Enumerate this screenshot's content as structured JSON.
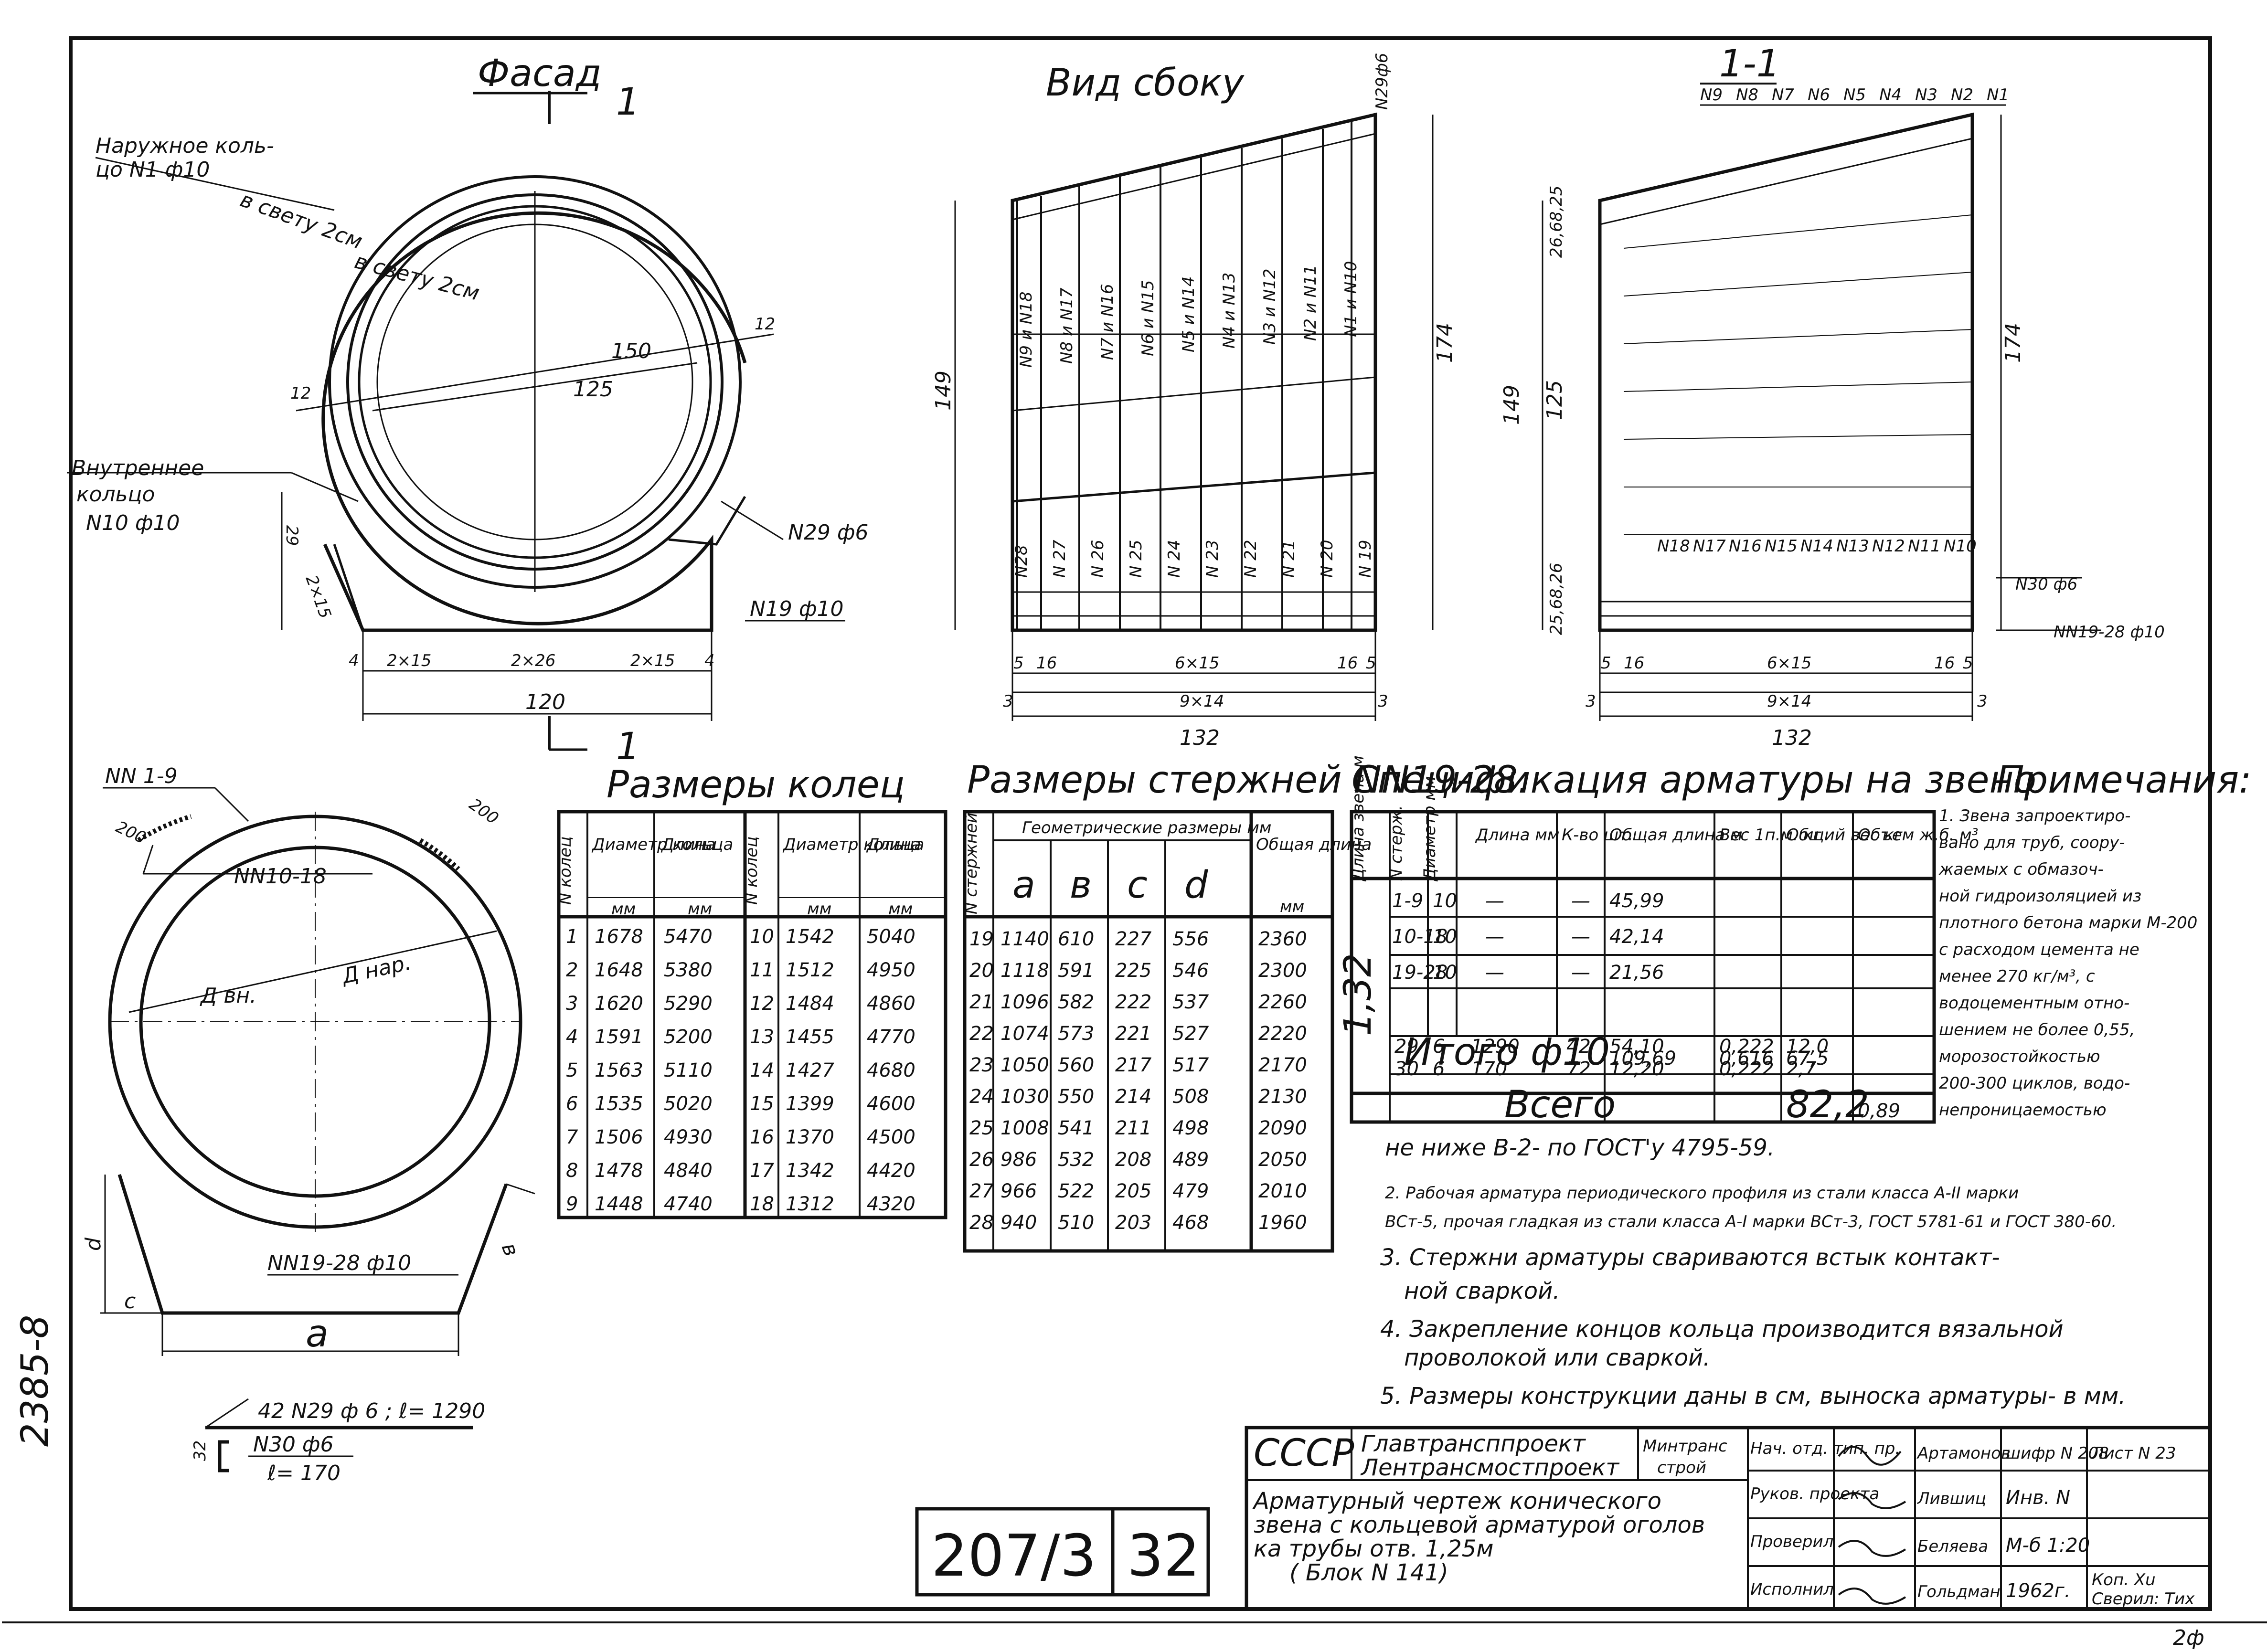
{
  "titles": {
    "facade": "Фасад",
    "side": "Вид сбоку",
    "section": "1-1",
    "section_mark": "1",
    "rings": "Размеры колец",
    "rods": "Размеры стержней NN19-28.",
    "spec": "Спецификация арматуры на звено",
    "notes": "Примечания:"
  },
  "facade": {
    "outer_ring": [
      "Наружное коль-",
      "цо N1 ф10"
    ],
    "clear1": "в свету 2см",
    "clear2": "в свету 2см",
    "inner_ring": [
      "Внутреннее",
      "кольцо",
      "N10 ф10"
    ],
    "n29": "N29 ф6",
    "n19": "N19 ф10",
    "d150": "150",
    "d125": "125",
    "n12": "12",
    "d29": "29",
    "d2x15": "2×15",
    "dim_bottom": [
      "2×15",
      "2×26",
      "2×15",
      "4",
      "4"
    ],
    "d120": "120"
  },
  "side": {
    "top_right": "N29ф6",
    "h149": "149",
    "h174": "174",
    "upper_bars": [
      "N9 и N18",
      "N8 и N17",
      "N7 и N16",
      "N6 и N15",
      "N5 и N14",
      "N4 и N13",
      "N3 и N12",
      "N2 и N11",
      "N1 и N10"
    ],
    "lower_bars": [
      "N28",
      "N 27",
      "N 26",
      "N 25",
      "N 24",
      "N 23",
      "N 22",
      "N 21",
      "N 20",
      "N 19"
    ],
    "dims1": [
      "5",
      "16",
      "6×15",
      "16",
      "5"
    ],
    "dims2": [
      "3",
      "9×14",
      "3"
    ],
    "d132": "132"
  },
  "section": {
    "top_labels": [
      "N9",
      "N8",
      "N7",
      "N6",
      "N5",
      "N4",
      "N3",
      "N2",
      "N1"
    ],
    "bot_labels": [
      "N18",
      "N17",
      "N16",
      "N15",
      "N14",
      "N13",
      "N12",
      "N11",
      "N10"
    ],
    "n30": "N30 ф6",
    "nn19": "NN19-28 ф10",
    "left_dims": [
      "26,68,25",
      "149",
      "125",
      "25,68,26"
    ],
    "h174": "174",
    "dims1": [
      "5",
      "16",
      "6×15",
      "16",
      "5"
    ],
    "dims2": [
      "3",
      "9×14",
      "3"
    ],
    "d132": "132"
  },
  "rings_sketch": {
    "nn19": "NN 1-9",
    "nn10": "NN10-18",
    "d200a": "200",
    "d200b": "200",
    "dvn": "Д вн.",
    "dnar": "Д нар.",
    "rod_label": "NN19-28 ф10",
    "a": "a",
    "b": "в",
    "c": "c",
    "d": "d",
    "bar29": "42 N29 ф 6 ; ℓ= 1290",
    "bar30": "N30 ф6",
    "bar30l": "ℓ= 170",
    "bar30h": "32"
  },
  "ring_table": {
    "headers": [
      "N колец",
      "Диаметр кольца",
      "Длина",
      "N колец",
      "Диаметр кольца",
      "Длина"
    ],
    "units": [
      "",
      "мм",
      "мм",
      "",
      "мм",
      "мм"
    ],
    "rows": [
      [
        "1",
        "1678",
        "5470",
        "10",
        "1542",
        "5040"
      ],
      [
        "2",
        "1648",
        "5380",
        "11",
        "1512",
        "4950"
      ],
      [
        "3",
        "1620",
        "5290",
        "12",
        "1484",
        "4860"
      ],
      [
        "4",
        "1591",
        "5200",
        "13",
        "1455",
        "4770"
      ],
      [
        "5",
        "1563",
        "5110",
        "14",
        "1427",
        "4680"
      ],
      [
        "6",
        "1535",
        "5020",
        "15",
        "1399",
        "4600"
      ],
      [
        "7",
        "1506",
        "4930",
        "16",
        "1370",
        "4500"
      ],
      [
        "8",
        "1478",
        "4840",
        "17",
        "1342",
        "4420"
      ],
      [
        "9",
        "1448",
        "4740",
        "18",
        "1312",
        "4320"
      ]
    ]
  },
  "rod_table": {
    "h_n": "N стержней",
    "h_geo": "Геометрические размеры мм",
    "h_total": "Общая длина",
    "h_unit": "мм",
    "cols": [
      "a",
      "в",
      "c",
      "d"
    ],
    "rows": [
      [
        "19",
        "1140",
        "610",
        "227",
        "556",
        "2360"
      ],
      [
        "20",
        "1118",
        "591",
        "225",
        "546",
        "2300"
      ],
      [
        "21",
        "1096",
        "582",
        "222",
        "537",
        "2260"
      ],
      [
        "22",
        "1074",
        "573",
        "221",
        "527",
        "2220"
      ],
      [
        "23",
        "1050",
        "560",
        "217",
        "517",
        "2170"
      ],
      [
        "24",
        "1030",
        "550",
        "214",
        "508",
        "2130"
      ],
      [
        "25",
        "1008",
        "541",
        "211",
        "498",
        "2090"
      ],
      [
        "26",
        "986",
        "532",
        "208",
        "489",
        "2050"
      ],
      [
        "27",
        "966",
        "522",
        "205",
        "479",
        "2010"
      ],
      [
        "28",
        "940",
        "510",
        "203",
        "468",
        "1960"
      ]
    ]
  },
  "spec_table": {
    "headers": [
      "Длина звена м",
      "N стерж.",
      "Диаметр мм",
      "Длина мм",
      "К-во шт.",
      "Общая длина м",
      "Вес 1п.м. кг",
      "Общий вес кг",
      "Объем ж.б. м³"
    ],
    "link_len": "1,32",
    "rows": [
      [
        "1-9",
        "10",
        "—",
        "—",
        "45,99",
        "",
        "",
        ""
      ],
      [
        "10-18",
        "10",
        "—",
        "—",
        "42,14",
        "",
        "",
        ""
      ],
      [
        "19-28",
        "10",
        "—",
        "—",
        "21,56",
        "",
        "",
        ""
      ]
    ],
    "itogo": "Итого ф10",
    "itogo_vals": [
      "109,69",
      "0,616",
      "67,5"
    ],
    "rows2": [
      [
        "29",
        "6",
        "1290",
        "42",
        "54,10",
        "0,222",
        "12,0"
      ],
      [
        "30",
        "6",
        "170",
        "72",
        "12,20",
        "0,222",
        "2,7"
      ]
    ],
    "vsego": "Всего",
    "vsego_vals": [
      "82,2",
      "0,89"
    ]
  },
  "notes": {
    "n1": [
      "1. Звена запроектиро-",
      "вано для труб, соору-",
      "жаемых с обмазоч-",
      "ной гидроизоляцией из",
      "плотного бетона марки М-200",
      "с расходом цемента не",
      "менее 270 кг/м³, с",
      "водоцементным отно-",
      "шением не более 0,55,",
      "морозостойкостью",
      "200-300 циклов, водо-",
      "непроницаемостью"
    ],
    "n1b": "не ниже В-2- по ГОСТ'у 4795-59.",
    "n2": [
      "2. Рабочая арматура периодического профиля из стали класса А-II марки",
      "ВСт-5, прочая гладкая из стали класса А-I марки ВСт-3, ГОСТ 5781-61 и ГОСТ 380-60."
    ],
    "n3": [
      "3. Стержни арматуры свариваются встык контакт-",
      "ной сваркой."
    ],
    "n4": [
      "4. Закрепление концов кольца производится вязальной",
      "проволокой или сваркой."
    ],
    "n5": "5. Размеры конструкции даны в см, выноска арматуры- в мм."
  },
  "stamp": {
    "ussr": "СССР",
    "org": [
      "Главтрансппроект",
      "Лентрансмостпроект"
    ],
    "ministry": [
      "Минтранс",
      "строй"
    ],
    "title": [
      "Арматурный чертеж конического",
      "звена с кольцевой арматурой оголов",
      "ка трубы отв. 1,25м",
      "( Блок N 141)"
    ],
    "roles": [
      "Нач. отд. тип. пр.",
      "Руков. проекта",
      "Проверил",
      "Исполнил"
    ],
    "names": [
      "Артамонов",
      "Лившиц",
      "Беляева",
      "Гольдман"
    ],
    "shifr": "шифр N 208",
    "list": "Лист N 23",
    "inv": "Инв. N",
    "scale": "М-б 1:20",
    "year": "1962г.",
    "kop": "Коп. Xu",
    "sverl": "Сверил: Тих",
    "code": "207/3",
    "sheet": "32"
  },
  "margin": {
    "side_code": "2385-8",
    "corner": "2ф"
  }
}
